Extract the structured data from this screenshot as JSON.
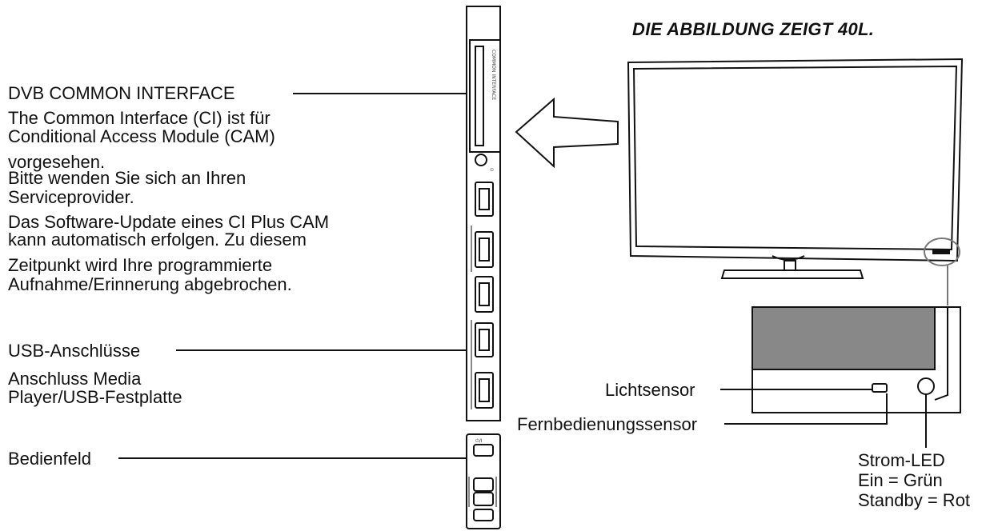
{
  "heading": "DIE ABBILDUNG ZEIGT 40L.",
  "ci": {
    "title": "DVB COMMON INTERFACE",
    "lines": [
      "The Common Interface (CI) ist für",
      "Conditional Access Module (CAM)",
      "vorgesehen.",
      "Bitte wenden Sie sich an Ihren",
      "Serviceprovider.",
      "Das Software-Update eines CI Plus CAM",
      "kann automatisch erfolgen. Zu diesem",
      "Zeitpunkt wird Ihre programmierte",
      "Aufnahme/Erinnerung abgebrochen."
    ]
  },
  "usb": {
    "title": "USB-Anschlüsse",
    "lines": [
      "Anschluss Media",
      "Player/USB-Festplatte"
    ]
  },
  "panel": {
    "title": "Bedienfeld"
  },
  "sensors": {
    "light": "Lichtsensor",
    "remote": "Fernbedienungssensor"
  },
  "led": {
    "lines": [
      "Strom-LED",
      "Ein = Grün",
      "Standby = Rot"
    ]
  }
}
